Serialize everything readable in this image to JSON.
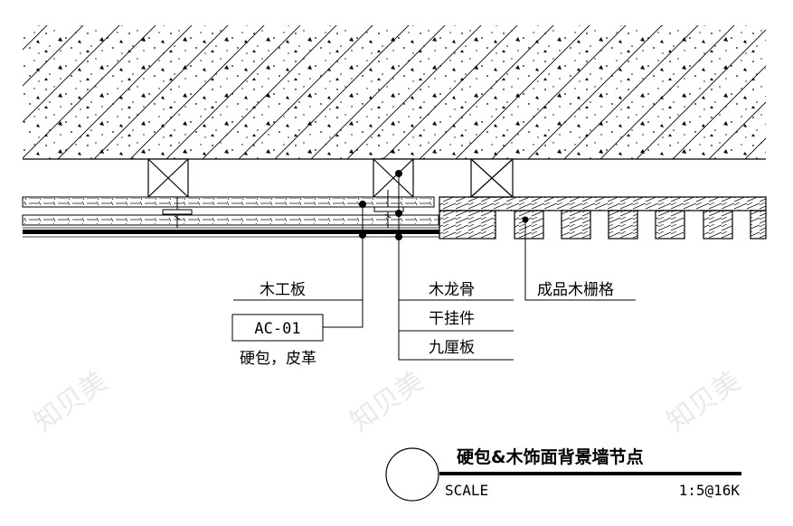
{
  "labels": {
    "blockboard": "木工板",
    "finish_code": "AC-01",
    "finish_desc": "硬包，皮革",
    "wood_keel": "木龙骨",
    "dry_hanger": "干挂件",
    "ply9": "九厘板",
    "wood_grille": "成品木栅格"
  },
  "title_block": {
    "title": "硬包&木饰面背景墙节点",
    "scale_label": "SCALE",
    "scale_value": "1:5@16K"
  },
  "watermark": "知贝美",
  "colors": {
    "line": "#000000",
    "watermark": "#cfcfcf"
  }
}
